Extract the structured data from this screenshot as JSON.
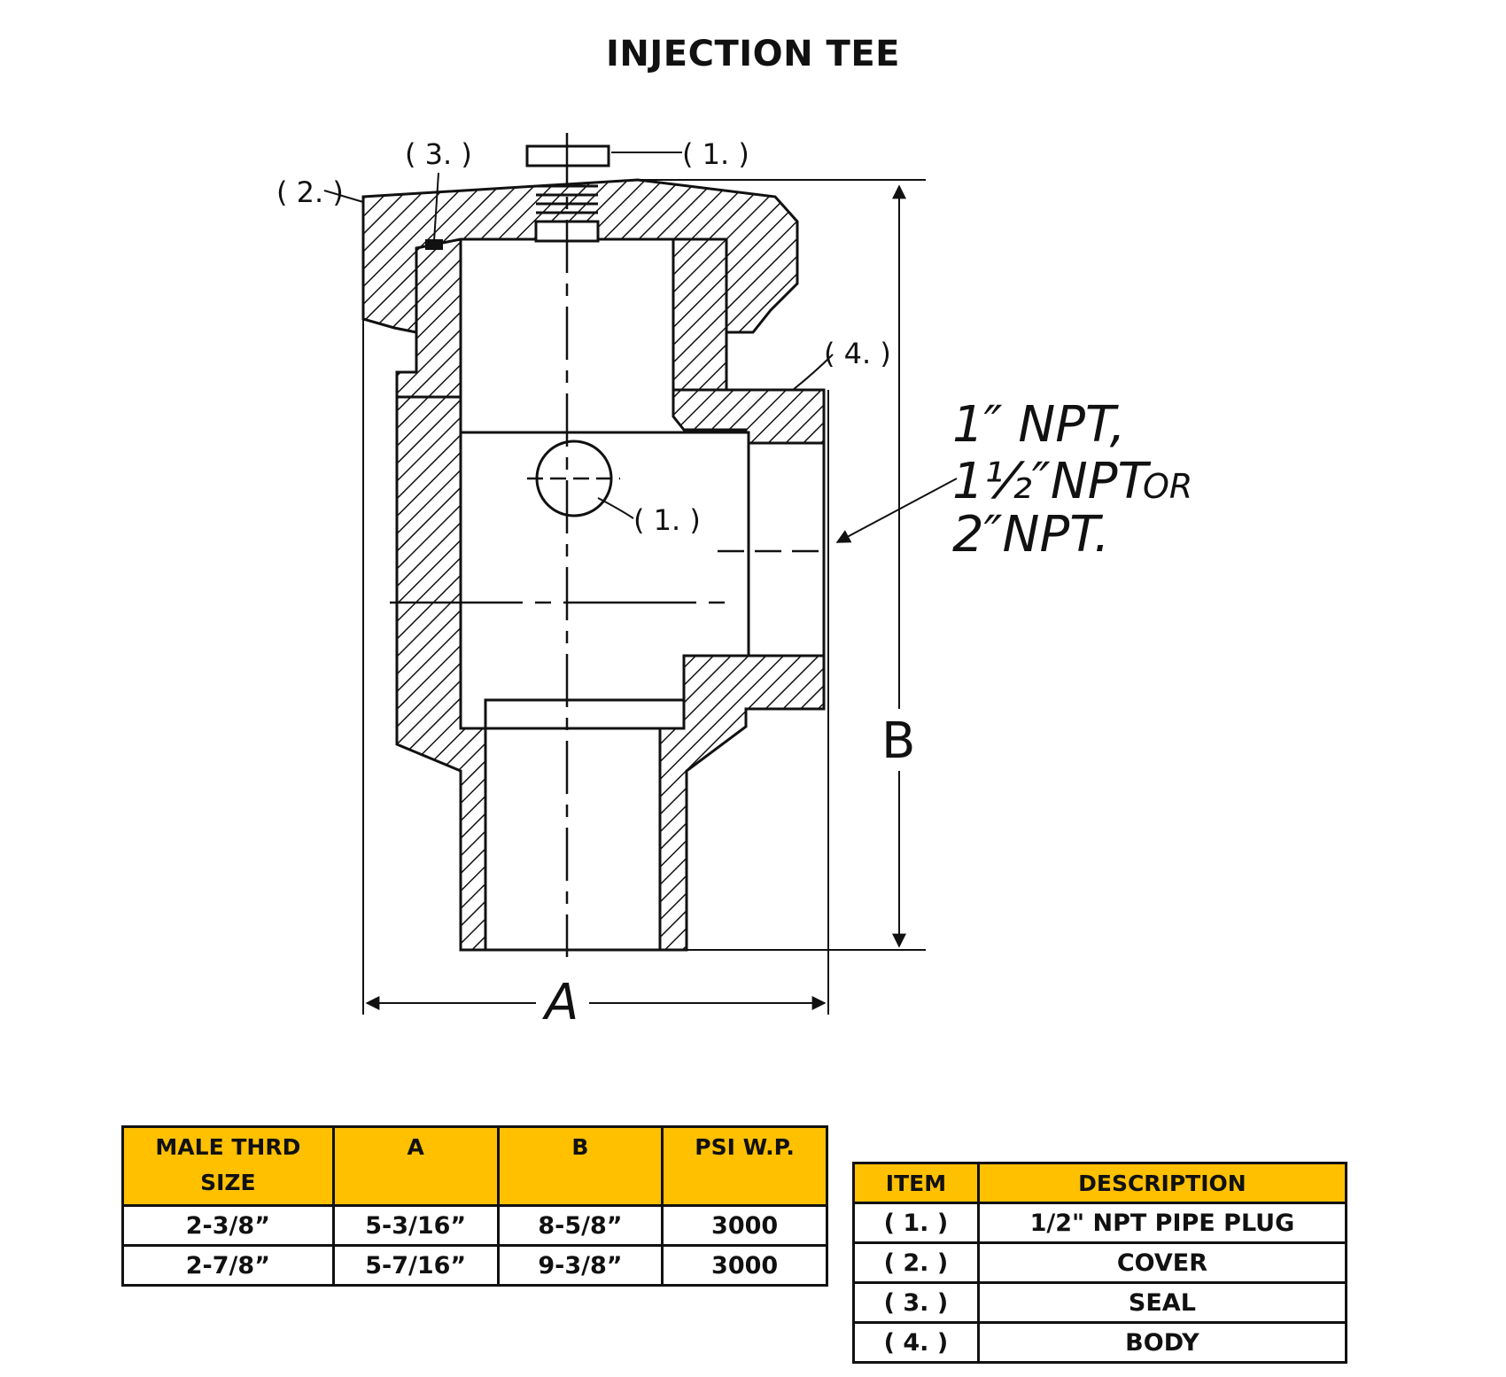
{
  "title": "INJECTION TEE",
  "diagram": {
    "callouts": [
      "( 1. )",
      "( 2. )",
      "( 3. )",
      "( 4. )",
      "( 1. )"
    ],
    "outlet_note": [
      "1″ NPT,",
      "1½″NPT",
      "OR",
      "2″NPT."
    ],
    "dim_a": "A",
    "dim_b": "B"
  },
  "size_table": {
    "headers": [
      "MALE THRD SIZE",
      "A",
      "B",
      "PSI W.P."
    ],
    "rows": [
      [
        "2-3/8”",
        "5-3/16”",
        "8-5/8”",
        "3000"
      ],
      [
        "2-7/8”",
        "5-7/16”",
        "9-3/8”",
        "3000"
      ]
    ]
  },
  "parts_table": {
    "headers": [
      "ITEM",
      "DESCRIPTION"
    ],
    "rows": [
      [
        "( 1. )",
        "1/2\" NPT PIPE PLUG"
      ],
      [
        "( 2. )",
        "COVER"
      ],
      [
        "( 3. )",
        "SEAL"
      ],
      [
        "( 4. )",
        "BODY"
      ]
    ]
  },
  "colors": {
    "header_fill": "#FFC000",
    "line": "#111111"
  }
}
